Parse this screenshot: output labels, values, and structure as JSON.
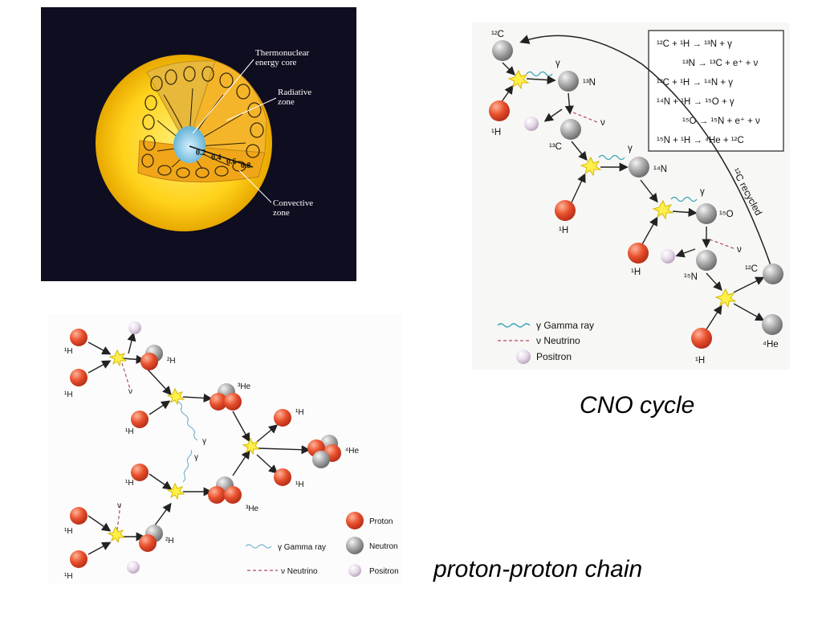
{
  "sun": {
    "core_label": [
      "Thermonuclear",
      "energy core"
    ],
    "radiative_label": [
      "Radiative",
      "zone"
    ],
    "convective_label": [
      "Convective",
      "zone"
    ],
    "ticks": [
      "0.2",
      "0.4",
      "0.6",
      "0.8"
    ]
  },
  "cno": {
    "caption": "CNO cycle",
    "reactions": [
      {
        "l": "¹²C + ¹H → ¹³N + γ"
      },
      {
        "l": "¹³N → ¹³C + e⁺ + ν"
      },
      {
        "l": "¹³C + ¹H → ¹⁴N + γ"
      },
      {
        "l": "¹⁴N + ¹H → ¹⁵O + γ"
      },
      {
        "l": "¹⁵O → ¹⁵N + e⁺ + ν"
      },
      {
        "l": "¹⁵N + ¹H → ⁴He + ¹²C"
      }
    ],
    "recycled_label": "¹²C recycled",
    "labels": {
      "c12_top": "¹²C",
      "h1_a": "¹H",
      "n13": "¹³N",
      "nu_a": "ν",
      "gamma_a": "γ",
      "c13": "¹³C",
      "n14": "¹⁴N",
      "gamma_b": "γ",
      "h1_b": "¹H",
      "o15": "¹⁵O",
      "gamma_c": "γ",
      "nu_b": "ν",
      "h1_c": "¹H",
      "n15": "¹⁵N",
      "c12_end": "¹²C",
      "h1_d": "¹H",
      "he4": "⁴He"
    },
    "legend": {
      "gamma": "γ  Gamma ray",
      "neutrino": "ν  Neutrino",
      "positron": "Positron"
    }
  },
  "pp": {
    "caption": "proton-proton chain",
    "labels": {
      "h1_a": "¹H",
      "h1_b": "¹H",
      "h2_top": "²H",
      "nu_top": "ν",
      "he3_top": "³He",
      "h1_c": "¹H",
      "gamma_top": "γ",
      "h1_out_top": "¹H",
      "he4": "⁴He",
      "h1_out_bot": "¹H",
      "gamma_bot": "γ",
      "h1_d": "¹H",
      "he3_bot": "³He",
      "nu_bot": "ν",
      "h1_e": "¹H",
      "h2_bot": "²H",
      "h1_f": "¹H"
    },
    "legend": {
      "proton": "Proton",
      "neutron": "Neutron",
      "positron": "Positron",
      "gamma": "γ  Gamma ray",
      "neutrino": "ν  Neutrino"
    }
  }
}
